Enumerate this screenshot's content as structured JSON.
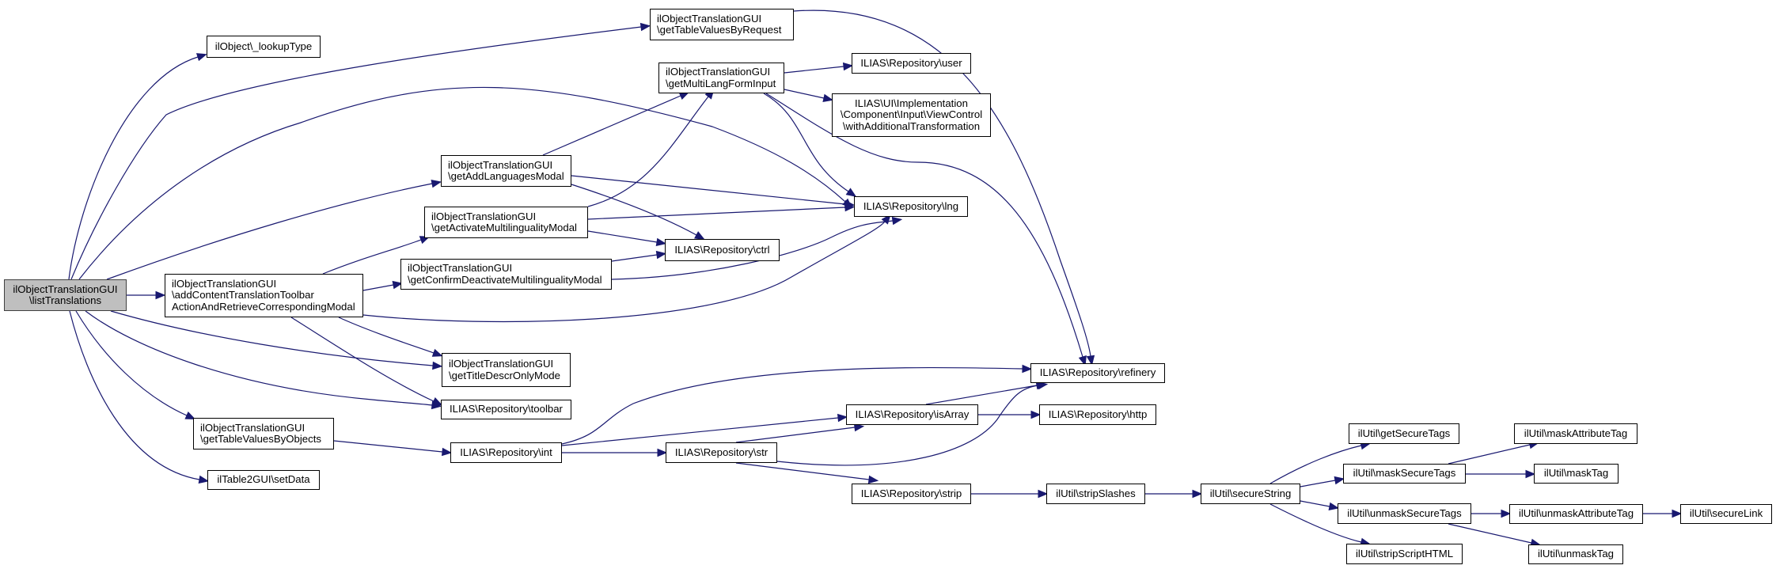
{
  "title": "ilObjectTranslationGUI\\listTranslations call graph",
  "colors": {
    "edge": "#191970",
    "root_fill": "#bfbfbf",
    "root_border": "#404040",
    "node_fill": "#ffffff",
    "node_border": "#000000"
  },
  "nodes": [
    {
      "id": "listTranslations",
      "label": "ilObjectTranslationGUI\n\\listTranslations",
      "root": true
    },
    {
      "id": "lookupType",
      "label": "ilObject\\_lookupType"
    },
    {
      "id": "getTableValuesByRequest",
      "label": "ilObjectTranslationGUI\n\\getTableValuesByRequest"
    },
    {
      "id": "getMultiLangFormInput",
      "label": "ilObjectTranslationGUI\n\\getMultiLangFormInput"
    },
    {
      "id": "repoUser",
      "label": "ILIAS\\Repository\\user"
    },
    {
      "id": "withAdditionalTransformation",
      "label": "ILIAS\\UI\\Implementation\n\\Component\\Input\\ViewControl\n\\withAdditionalTransformation"
    },
    {
      "id": "getAddLanguagesModal",
      "label": "ilObjectTranslationGUI\n\\getAddLanguagesModal"
    },
    {
      "id": "getActivateMultilingualityModal",
      "label": "ilObjectTranslationGUI\n\\getActivateMultilingualityModal"
    },
    {
      "id": "repoLng",
      "label": "ILIAS\\Repository\\lng"
    },
    {
      "id": "repoCtrl",
      "label": "ILIAS\\Repository\\ctrl"
    },
    {
      "id": "addContentTranslationToolbar",
      "label": "ilObjectTranslationGUI\n\\addContentTranslationToolbar\nActionAndRetrieveCorrespondingModal"
    },
    {
      "id": "getConfirmDeactivateMultilingualityModal",
      "label": "ilObjectTranslationGUI\n\\getConfirmDeactivateMultilingualityModal"
    },
    {
      "id": "getTitleDescrOnlyMode",
      "label": "ilObjectTranslationGUI\n\\getTitleDescrOnlyMode"
    },
    {
      "id": "repoRefinery",
      "label": "ILIAS\\Repository\\refinery"
    },
    {
      "id": "repoToolbar",
      "label": "ILIAS\\Repository\\toolbar"
    },
    {
      "id": "repoIsArray",
      "label": "ILIAS\\Repository\\isArray"
    },
    {
      "id": "repoHttp",
      "label": "ILIAS\\Repository\\http"
    },
    {
      "id": "getTableValuesByObjects",
      "label": "ilObjectTranslationGUI\n\\getTableValuesByObjects"
    },
    {
      "id": "repoInt",
      "label": "ILIAS\\Repository\\int"
    },
    {
      "id": "repoStr",
      "label": "ILIAS\\Repository\\str"
    },
    {
      "id": "setData",
      "label": "ilTable2GUI\\setData"
    },
    {
      "id": "repoStrip",
      "label": "ILIAS\\Repository\\strip"
    },
    {
      "id": "stripSlashes",
      "label": "ilUtil\\stripSlashes"
    },
    {
      "id": "secureString",
      "label": "ilUtil\\secureString"
    },
    {
      "id": "getSecureTags",
      "label": "ilUtil\\getSecureTags"
    },
    {
      "id": "maskSecureTags",
      "label": "ilUtil\\maskSecureTags"
    },
    {
      "id": "unmaskSecureTags",
      "label": "ilUtil\\unmaskSecureTags"
    },
    {
      "id": "stripScriptHTML",
      "label": "ilUtil\\stripScriptHTML"
    },
    {
      "id": "maskAttributeTag",
      "label": "ilUtil\\maskAttributeTag"
    },
    {
      "id": "maskTag",
      "label": "ilUtil\\maskTag"
    },
    {
      "id": "unmaskAttributeTag",
      "label": "ilUtil\\unmaskAttributeTag"
    },
    {
      "id": "secureLink",
      "label": "ilUtil\\secureLink"
    },
    {
      "id": "unmaskTag",
      "label": "ilUtil\\unmaskTag"
    }
  ],
  "edges": [
    {
      "from": "listTranslations",
      "to": "lookupType"
    },
    {
      "from": "listTranslations",
      "to": "getTableValuesByRequest"
    },
    {
      "from": "listTranslations",
      "to": "repoLng"
    },
    {
      "from": "listTranslations",
      "to": "getAddLanguagesModal"
    },
    {
      "from": "listTranslations",
      "to": "addContentTranslationToolbar"
    },
    {
      "from": "listTranslations",
      "to": "getTitleDescrOnlyMode"
    },
    {
      "from": "listTranslations",
      "to": "repoToolbar"
    },
    {
      "from": "listTranslations",
      "to": "getTableValuesByObjects"
    },
    {
      "from": "listTranslations",
      "to": "setData"
    },
    {
      "from": "getTableValuesByRequest",
      "to": "repoRefinery"
    },
    {
      "from": "getMultiLangFormInput",
      "to": "repoUser"
    },
    {
      "from": "getMultiLangFormInput",
      "to": "withAdditionalTransformation"
    },
    {
      "from": "getMultiLangFormInput",
      "to": "repoLng"
    },
    {
      "from": "getMultiLangFormInput",
      "to": "repoRefinery"
    },
    {
      "from": "getAddLanguagesModal",
      "to": "getMultiLangFormInput"
    },
    {
      "from": "getAddLanguagesModal",
      "to": "repoLng"
    },
    {
      "from": "getAddLanguagesModal",
      "to": "repoCtrl"
    },
    {
      "from": "getActivateMultilingualityModal",
      "to": "getMultiLangFormInput"
    },
    {
      "from": "getActivateMultilingualityModal",
      "to": "repoLng"
    },
    {
      "from": "getActivateMultilingualityModal",
      "to": "repoCtrl"
    },
    {
      "from": "addContentTranslationToolbar",
      "to": "getActivateMultilingualityModal"
    },
    {
      "from": "addContentTranslationToolbar",
      "to": "getConfirmDeactivateMultilingualityModal"
    },
    {
      "from": "addContentTranslationToolbar",
      "to": "repoLng"
    },
    {
      "from": "addContentTranslationToolbar",
      "to": "getTitleDescrOnlyMode"
    },
    {
      "from": "addContentTranslationToolbar",
      "to": "repoToolbar"
    },
    {
      "from": "getConfirmDeactivateMultilingualityModal",
      "to": "repoCtrl"
    },
    {
      "from": "getConfirmDeactivateMultilingualityModal",
      "to": "repoLng"
    },
    {
      "from": "getTableValuesByObjects",
      "to": "repoInt"
    },
    {
      "from": "repoInt",
      "to": "repoRefinery"
    },
    {
      "from": "repoInt",
      "to": "repoIsArray"
    },
    {
      "from": "repoInt",
      "to": "repoStr"
    },
    {
      "from": "repoIsArray",
      "to": "repoRefinery"
    },
    {
      "from": "repoIsArray",
      "to": "repoHttp"
    },
    {
      "from": "repoStr",
      "to": "repoIsArray"
    },
    {
      "from": "repoStr",
      "to": "repoRefinery"
    },
    {
      "from": "repoStr",
      "to": "repoStrip"
    },
    {
      "from": "repoStrip",
      "to": "stripSlashes"
    },
    {
      "from": "stripSlashes",
      "to": "secureString"
    },
    {
      "from": "secureString",
      "to": "getSecureTags"
    },
    {
      "from": "secureString",
      "to": "maskSecureTags"
    },
    {
      "from": "secureString",
      "to": "unmaskSecureTags"
    },
    {
      "from": "secureString",
      "to": "stripScriptHTML"
    },
    {
      "from": "maskSecureTags",
      "to": "maskAttributeTag"
    },
    {
      "from": "maskSecureTags",
      "to": "maskTag"
    },
    {
      "from": "unmaskSecureTags",
      "to": "unmaskAttributeTag"
    },
    {
      "from": "unmaskSecureTags",
      "to": "unmaskTag"
    },
    {
      "from": "unmaskAttributeTag",
      "to": "secureLink"
    }
  ]
}
